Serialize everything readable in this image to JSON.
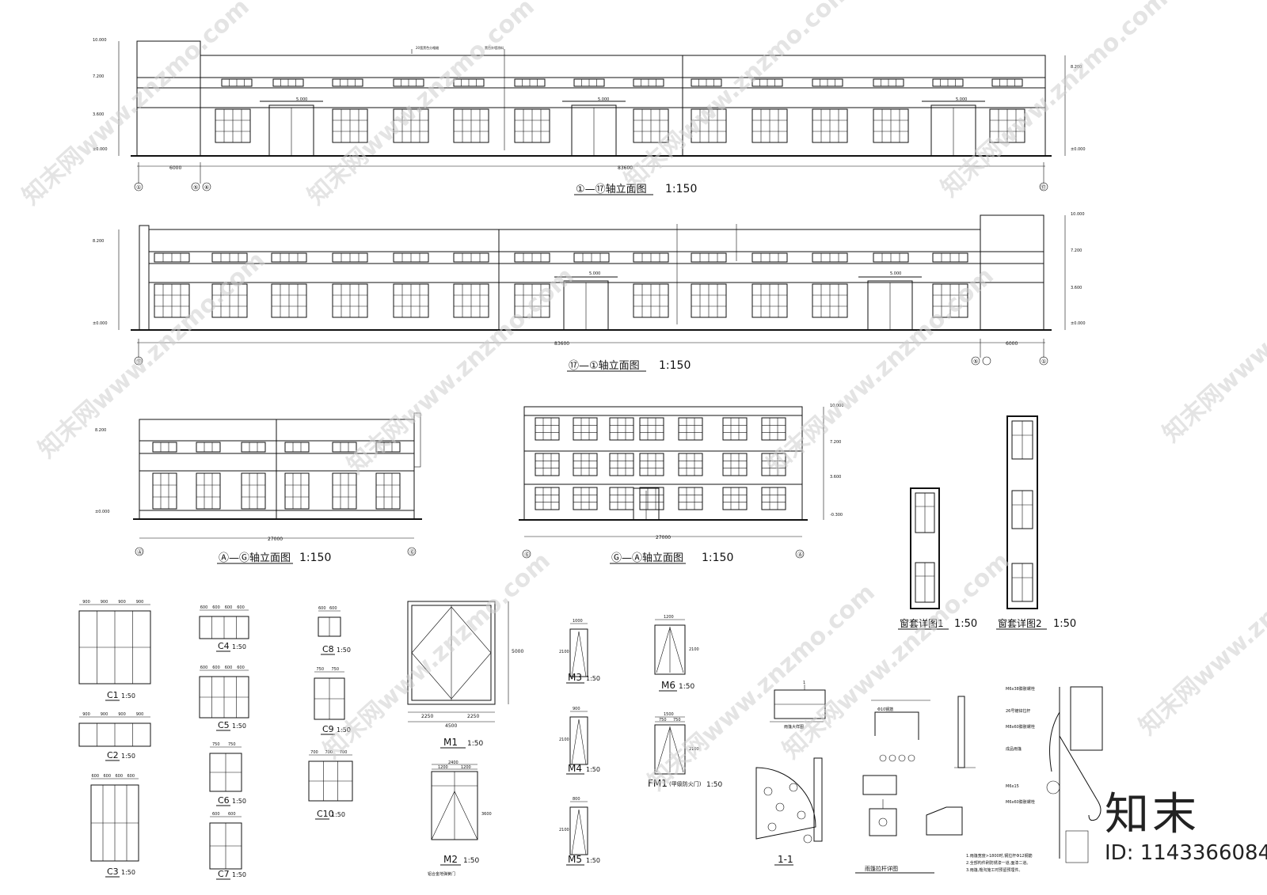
{
  "elevation1": {
    "title": "①—⑰轴立面图",
    "scale": "1:150",
    "levels": [
      "10.000",
      "7.200",
      "3.600",
      "±0.000"
    ],
    "right_levels": [
      "8.200",
      "±0.000"
    ],
    "dims": [
      "6000",
      "83600"
    ],
    "axes": [
      "①",
      "⑤",
      "⑥",
      "⑰"
    ],
    "canopy_level": "5.000",
    "notes": [
      "20宽黑色分格缝",
      "黑色外墙涂料"
    ]
  },
  "elevation2": {
    "title": "⑰—①轴立面图",
    "scale": "1:150",
    "levels": [
      "8.200",
      "±0.000"
    ],
    "right_levels": [
      "10.000",
      "7.200",
      "3.600",
      "±0.000"
    ],
    "dims": [
      "83600",
      "6000"
    ],
    "axes": [
      "⑰",
      "⑤",
      "①"
    ],
    "canopy_level": "5.000"
  },
  "elevation3": {
    "title": "Ⓐ—Ⓖ轴立面图",
    "scale": "1:150",
    "levels": [
      "8.200",
      "±0.000"
    ],
    "dim": "27000",
    "axes": [
      "Ⓐ",
      "Ⓖ"
    ]
  },
  "elevation4": {
    "title": "Ⓖ—Ⓐ轴立面图",
    "scale": "1:150",
    "levels": [
      "10.000",
      "7.200",
      "3.600",
      "-0.300"
    ],
    "dim": "27000",
    "axes": [
      "Ⓖ",
      "Ⓐ"
    ]
  },
  "window_details": [
    {
      "label": "窗套详图1",
      "scale": "1:50"
    },
    {
      "label": "窗套详图2",
      "scale": "1:50"
    }
  ],
  "windows": [
    {
      "name": "C1",
      "scale": "1:50",
      "dims": [
        "900",
        "900",
        "900",
        "900"
      ]
    },
    {
      "name": "C2",
      "scale": "1:50",
      "dims": [
        "900",
        "900",
        "900",
        "900"
      ]
    },
    {
      "name": "C3",
      "scale": "1:50",
      "dims": [
        "600",
        "600",
        "600",
        "600"
      ]
    },
    {
      "name": "C4",
      "scale": "1:50",
      "dims": [
        "600",
        "600",
        "600",
        "600"
      ]
    },
    {
      "name": "C5",
      "scale": "1:50",
      "dims": [
        "600",
        "600",
        "600",
        "600"
      ]
    },
    {
      "name": "C6",
      "scale": "1:50",
      "dims": [
        "750",
        "750"
      ]
    },
    {
      "name": "C7",
      "scale": "1:50",
      "dims": [
        "600",
        "600"
      ]
    },
    {
      "name": "C8",
      "scale": "1:50",
      "dims": [
        "600",
        "600"
      ]
    },
    {
      "name": "C9",
      "scale": "1:50",
      "dims": [
        "750",
        "750"
      ]
    },
    {
      "name": "C10",
      "scale": "1:50",
      "dims": [
        "700",
        "700",
        "700"
      ]
    }
  ],
  "doors": [
    {
      "name": "M1",
      "scale": "1:50",
      "dims": [
        "2250",
        "2250",
        "4500"
      ],
      "height": "5000"
    },
    {
      "name": "M2",
      "scale": "1:50",
      "dims": [
        "1200",
        "1200",
        "2400"
      ],
      "height": "3600",
      "note": "铝合金地弹簧门"
    },
    {
      "name": "M3",
      "scale": "1:50",
      "dims": [
        "1000"
      ],
      "height": "2100"
    },
    {
      "name": "M4",
      "scale": "1:50",
      "dims": [
        "900"
      ],
      "height": "2100"
    },
    {
      "name": "M5",
      "scale": "1:50",
      "dims": [
        "800"
      ],
      "height": "2100"
    },
    {
      "name": "M6",
      "scale": "1:50",
      "dims": [
        "1200"
      ],
      "height": "2100"
    },
    {
      "name": "FM1",
      "scale": "1:50",
      "suffix": "(甲级防火门)",
      "dims": [
        "750",
        "750",
        "1500"
      ],
      "height": "2100"
    }
  ],
  "section": {
    "title": "1-1",
    "label_top": "1",
    "sub": "雨篷大样图"
  },
  "canopy": {
    "title": "雨篷拉杆详图",
    "labels": [
      "Φ10钢筋",
      "M6x38膨胀螺栓",
      "26号镀锌拉杆",
      "M8x60膨胀螺栓",
      "M6x15",
      "M6x60膨胀螺栓",
      "成品雨篷"
    ],
    "notes": [
      "1.雨篷宽度>1800时,钢拉杆Φ12钢筋",
      "2.全部构件刷防锈漆一道,面漆二道。",
      "3.雨篷,檐沟施工时预留预埋件。"
    ]
  },
  "watermark": {
    "text": "知末网www.znzmo.com"
  },
  "logo": {
    "cn": "知末",
    "id": "ID: 1143366084"
  }
}
